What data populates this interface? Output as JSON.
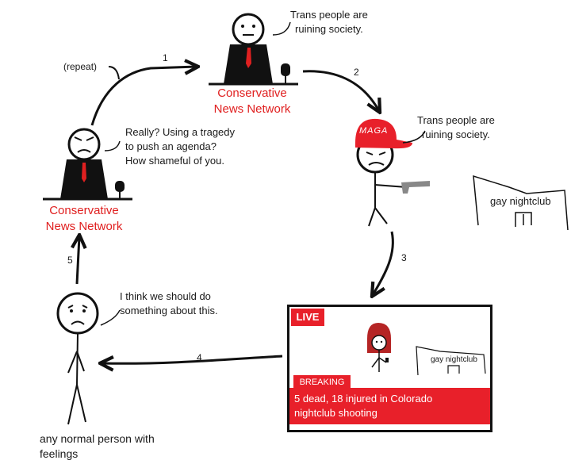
{
  "nodes": {
    "top_anchor": {
      "speech": "Trans people are\nruining society.",
      "label": "Conservative\nNews Network"
    },
    "shooter": {
      "hat_text": "MAGA",
      "speech": "Trans people are\nruining society."
    },
    "nightclub": {
      "label": "gay nightclub"
    },
    "tv": {
      "live_label": "LIVE",
      "breaking_label": "BREAKING",
      "headline": "5 dead, 18 injured in Colorado\nnightclub shooting",
      "club_label": "gay nightclub"
    },
    "person": {
      "speech": "I think we should do\nsomething about this.",
      "caption": "any normal person with\nfeelings"
    },
    "left_anchor": {
      "speech": "Really? Using a tragedy\nto push an agenda?\nHow shameful of you.",
      "label": "Conservative\nNews Network"
    }
  },
  "arrows": {
    "a1": "1",
    "a2": "2",
    "a3": "3",
    "a4": "4",
    "a5": "5",
    "repeat": "(repeat)"
  },
  "colors": {
    "accent_red": "#e02020",
    "ink": "#1a1a1a",
    "tie": "#e02020",
    "hair": "#b52525",
    "gun": "#888888"
  }
}
